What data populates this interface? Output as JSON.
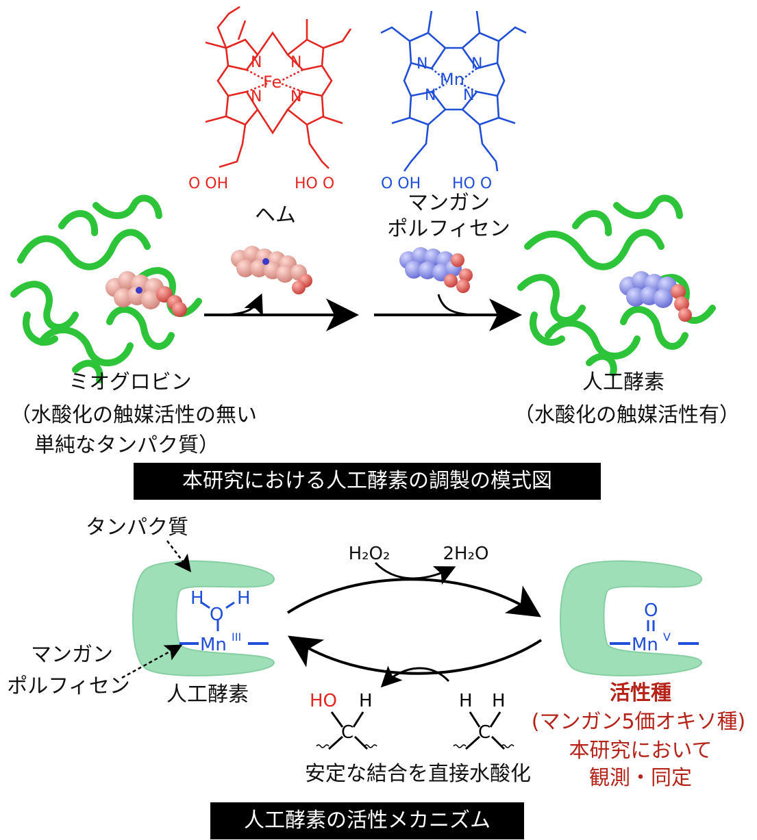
{
  "top": {
    "heme_label": "ヘム",
    "mn_label_line1": "マンガン",
    "mn_label_line2": "ポルフィセン",
    "myoglobin_line1": "ミオグロビン",
    "myoglobin_line2": "（水酸化の触媒活性の無い",
    "myoglobin_line3": "単純なタンパク質）",
    "artificial_line1": "人工酵素",
    "artificial_line2": "（水酸化の触媒活性有）",
    "banner": "本研究における人工酵素の調製の模式図",
    "heme_atoms": {
      "metal": "Fe",
      "n": "N",
      "acid_left": "O  OH",
      "acid_right": "HO  O"
    },
    "mn_atoms": {
      "metal": "Mn",
      "n": "N",
      "acid_left": "O  OH",
      "acid_right": "HO  O"
    }
  },
  "bottom": {
    "protein_label": "タンパク質",
    "mn_porph_line1": "マンガン",
    "mn_porph_line2": "ポルフィセン",
    "enzyme_label": "人工酵素",
    "h2o2": "H₂O₂",
    "h2o": "2H₂O",
    "mn3_metal": "Mn",
    "mn3_ox": "III",
    "mn5_metal": "Mn",
    "mn5_ox": "V",
    "oxo": "O",
    "water_o": "O",
    "water_h": "H",
    "ho": "HO",
    "h": "H",
    "c": "C",
    "active_title": "活性種",
    "active_line1": "(マンガン5価オキソ種)",
    "active_line2": "本研究において",
    "active_line3": "観測・同定",
    "substrate_caption": "安定な結合を直接水酸化",
    "banner": "人工酵素の活性メカニズム"
  },
  "colors": {
    "heme": "#e52620",
    "mn_porphycene": "#1f4ed8",
    "protein": "#2ec43a",
    "protein_shape": "#9fdfb8",
    "active_species": "#b52318",
    "banner_bg": "#000000"
  }
}
